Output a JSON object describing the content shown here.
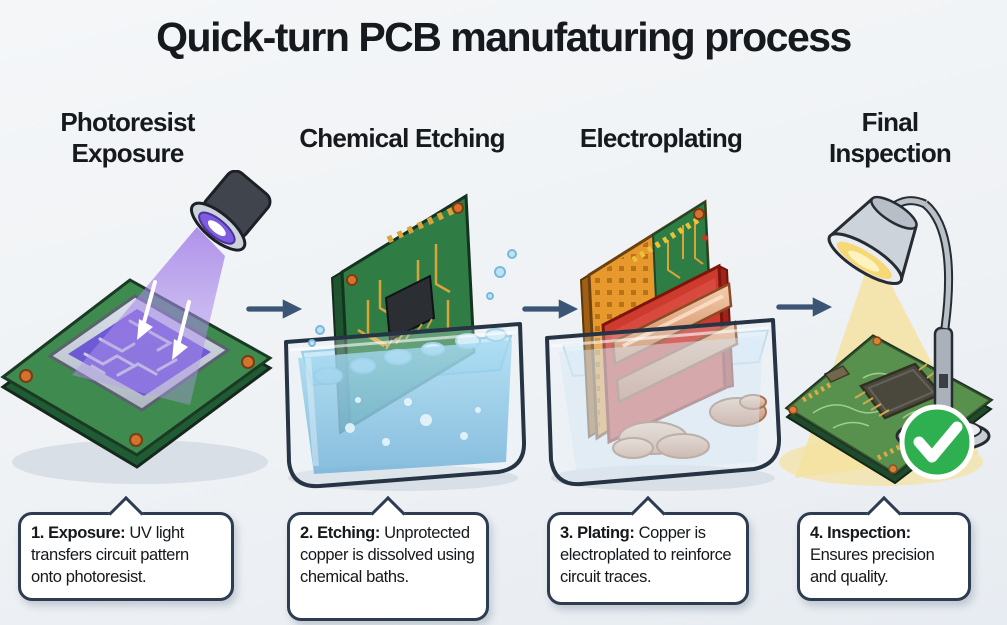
{
  "title": "Quick-turn PCB manufaturing process",
  "stages": [
    {
      "heading": "Photoresist Exposure",
      "caption_lead": "1. Exposure:",
      "caption_body": " UV light transfers circuit pattern onto photoresist.",
      "illustration": "uv-lamp-exposing-photoresist-board"
    },
    {
      "heading": "Chemical Etching",
      "caption_lead": "2. Etching:",
      "caption_body": " Unprotected copper is dissolved using chemical baths.",
      "illustration": "pcb-submerged-in-etching-bath"
    },
    {
      "heading": "Electroplating",
      "caption_lead": "3. Plating:",
      "caption_body": " Copper is electroplated to reinforce circuit traces.",
      "illustration": "pcb-with-copper-anodes-in-plating-tank"
    },
    {
      "heading": "Final Inspection",
      "caption_lead": "4. Inspection:",
      "caption_body": " Ensures precision and quality.",
      "illustration": "desk-lamp-inspecting-pcb-with-checkmark"
    }
  ],
  "colors": {
    "bg_top": "#f4f6f8",
    "bg_bottom": "#e7ecf2",
    "ink": "#16191d",
    "box_border": "#2d3c50",
    "box_fill": "#ffffff",
    "arrow": "#3b5574",
    "pcb_green": "#3c8449",
    "uv_purple": "#8a63e8",
    "etchant_blue": "#55aee0",
    "copper": "#d89a72",
    "anode_red": "#cd3a2e",
    "pcb_orange": "#e8992e",
    "lamp_glow_yellow": "#f5e2a0",
    "check_green": "#2eb050"
  }
}
